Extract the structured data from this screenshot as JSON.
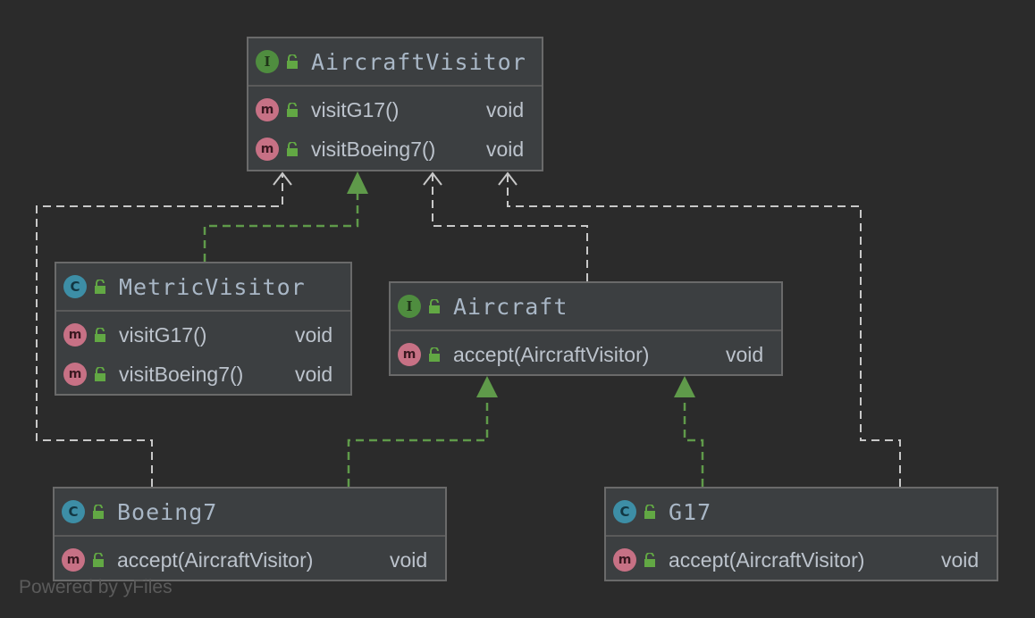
{
  "nodes": {
    "aircraft_visitor": {
      "kind": "interface",
      "badge": "I",
      "name": "AircraftVisitor",
      "members": [
        {
          "badge": "m",
          "name": "visitG17()",
          "type": "void"
        },
        {
          "badge": "m",
          "name": "visitBoeing7()",
          "type": "void"
        }
      ]
    },
    "metric_visitor": {
      "kind": "class",
      "badge": "C",
      "name": "MetricVisitor",
      "members": [
        {
          "badge": "m",
          "name": "visitG17()",
          "type": "void"
        },
        {
          "badge": "m",
          "name": "visitBoeing7()",
          "type": "void"
        }
      ]
    },
    "aircraft": {
      "kind": "interface",
      "badge": "I",
      "name": "Aircraft",
      "members": [
        {
          "badge": "m",
          "name": "accept(AircraftVisitor)",
          "type": "void"
        }
      ]
    },
    "boeing7": {
      "kind": "class",
      "badge": "C",
      "name": "Boeing7",
      "members": [
        {
          "badge": "m",
          "name": "accept(AircraftVisitor)",
          "type": "void"
        }
      ]
    },
    "g17": {
      "kind": "class",
      "badge": "C",
      "name": "G17",
      "members": [
        {
          "badge": "m",
          "name": "accept(AircraftVisitor)",
          "type": "void"
        }
      ]
    }
  },
  "relations": [
    {
      "from": "MetricVisitor",
      "to": "AircraftVisitor",
      "kind": "implements"
    },
    {
      "from": "Boeing7",
      "to": "Aircraft",
      "kind": "implements"
    },
    {
      "from": "G17",
      "to": "Aircraft",
      "kind": "implements"
    },
    {
      "from": "Boeing7",
      "to": "AircraftVisitor",
      "kind": "depends"
    },
    {
      "from": "Aircraft",
      "to": "AircraftVisitor",
      "kind": "depends"
    },
    {
      "from": "G17",
      "to": "AircraftVisitor",
      "kind": "depends"
    }
  ],
  "colors": {
    "background": "#2b2b2b",
    "node_fill": "#3c3f41",
    "implements_edge": "#5f9a4a",
    "depends_edge": "#c8c8c8",
    "interface_badge": "#4f8d3f",
    "class_badge": "#3d8ea6",
    "method_badge": "#c77185"
  },
  "footer": "Powered by yFiles"
}
